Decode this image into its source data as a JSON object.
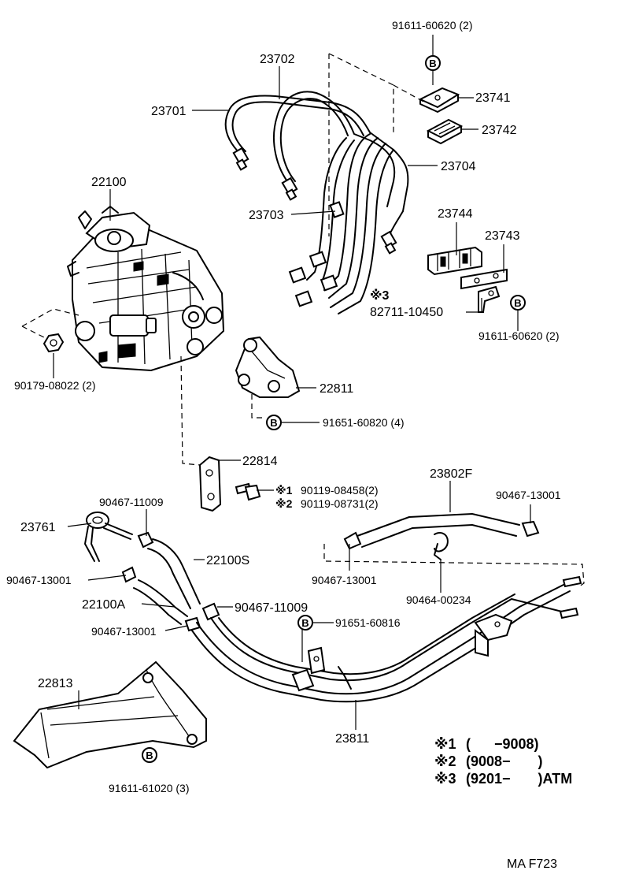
{
  "diagram": {
    "code": "MA F723",
    "labels": {
      "p91611_60620_top": "91611-60620 (2)",
      "p23702": "23702",
      "p23701": "23701",
      "p23741": "23741",
      "p23742": "23742",
      "p23704": "23704",
      "p22100": "22100",
      "p23703": "23703",
      "p23744": "23744",
      "p23743": "23743",
      "p82711_10450": "82711-10450",
      "p91611_60620_right": "91611-60620 (2)",
      "p90179_08022": "90179-08022 (2)",
      "p22811": "22811",
      "p91651_60820": "91651-60820 (4)",
      "p22814": "22814",
      "p90119_08458": "90119-08458(2)",
      "p90119_08731": "90119-08731(2)",
      "p23802F": "23802F",
      "p90467_13001_r": "90467-13001",
      "p90467_11009_top": "90467-11009",
      "p23761": "23761",
      "p22100S": "22100S",
      "p90467_13001_mid": "90467-13001",
      "p90464_00234": "90464-00234",
      "p90467_13001_left": "90467-13001",
      "p22100A": "22100A",
      "p90467_11009_bot": "90467-11009",
      "p90467_13001_low": "90467-13001",
      "p91651_60816": "91651-60816",
      "p22813": "22813",
      "p23811": "23811",
      "p91611_61020": "91611-61020 (3)"
    },
    "callout_symbol": "B",
    "marks": {
      "m1": "※1",
      "m2": "※2",
      "m3": "※3"
    },
    "legend": [
      {
        "mark": "※1",
        "range": "(      −9008)"
      },
      {
        "mark": "※2",
        "range": "(9008−       )"
      },
      {
        "mark": "※3",
        "range": "(9201−       )ATM"
      }
    ]
  }
}
